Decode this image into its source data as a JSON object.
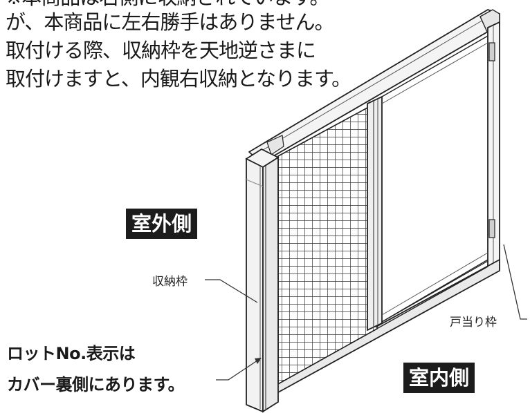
{
  "intro_text": [
    "※本商品は右側に収納されています。",
    "が、本商品に左右勝手はありません。",
    "取付ける際、収納枠を天地逆さまに",
    "取付けますと、内観右収納となります。"
  ],
  "labels": {
    "outdoor": "室外側",
    "indoor": "室内側",
    "storage_frame": "収納枠",
    "door_stop_frame": "戸当り枠",
    "lot_note": [
      "ロットNo.表示は",
      "カバー裏側にあります。"
    ]
  }
}
